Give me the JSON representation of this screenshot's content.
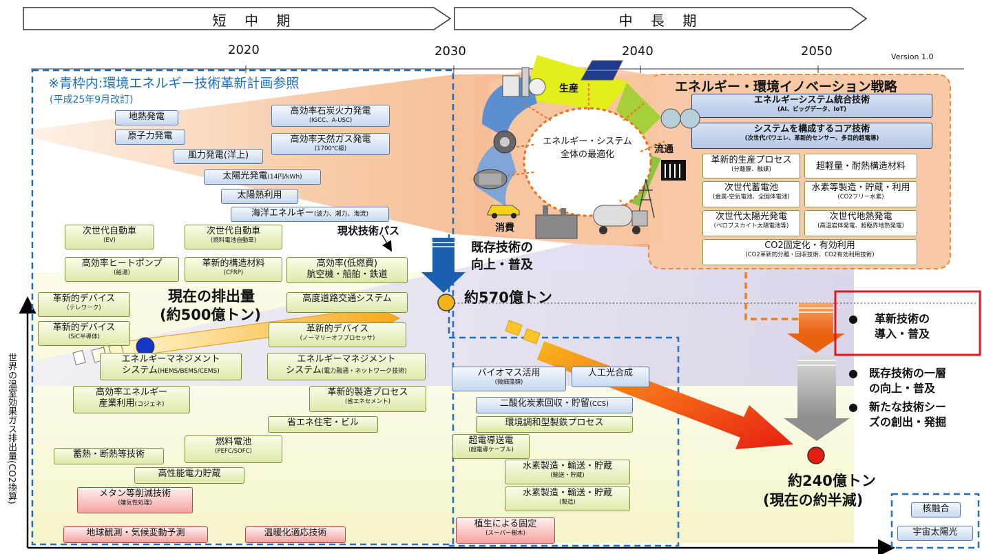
{
  "phases": {
    "short_mid": "短 中 期",
    "mid_long": "中 長 期"
  },
  "years": [
    "2020",
    "2030",
    "2040",
    "2050"
  ],
  "version": "Version 1.0",
  "note": {
    "line1": "※青枠内:環境エネルギー技術革新計画参照",
    "line2": "(平成25年9月改訂)"
  },
  "labels": {
    "current_path": "現状技術パス",
    "current_emission_1": "現在の排出量",
    "current_emission_2": "(約500億トン)",
    "existing_1": "既存技術の",
    "existing_2": "向上・普及",
    "e570": "約570億トン",
    "e240": "約240億トン",
    "half": "(現在の約半減)",
    "yaxis": "世界の温室効果ガス排出量(CO2換算)",
    "cycle_center_1": "エネルギー・システム",
    "cycle_center_2": "全体の最適化",
    "production": "生産",
    "distribution": "流通",
    "consumption": "消費"
  },
  "bullets": [
    "革新技術の\n導入・普及",
    "既存技術の一層\nの向上・普及",
    "新たな技術シー\nズの創出・発掘"
  ],
  "strategy": {
    "title": "エネルギー・環境イノベーション戦略",
    "integration": {
      "t": "エネルギーシステム統合技術",
      "s": "(AI、ビッグデータ、IoT)"
    },
    "core": {
      "t": "システムを構成するコア技術",
      "s": "(次世代パワエレ、革新的センサー、多目的超電導)"
    },
    "items": [
      {
        "t": "革新的生産プロセス",
        "s": "(分離膜、触媒)"
      },
      {
        "t": "超軽量・耐熱構造材料",
        "s": ""
      },
      {
        "t": "次世代蓄電池",
        "s": "(金属-空気電池、全固体電池)"
      },
      {
        "t": "水素等製造・貯蔵・利用",
        "s": "(CO2フリー水素)"
      },
      {
        "t": "次世代太陽光発電",
        "s": "(ペロブスカイト太陽電池等)"
      },
      {
        "t": "次世代地熱発電",
        "s": "(高温岩体発電、超臨界地熱発電)"
      }
    ],
    "co2": {
      "t": "CO2固定化・有効利用",
      "s": "(CO2革新的分離・回収技術、CO2有効利用技術)"
    }
  },
  "techs": {
    "geo": {
      "t": "地熱発電"
    },
    "nuclear": {
      "t": "原子力発電"
    },
    "wind": {
      "t": "風力発電(洋上)"
    },
    "solar": {
      "t": "太陽光発電",
      "u": "(14円/kWh)"
    },
    "solarheat": {
      "t": "太陽熱利用"
    },
    "ocean": {
      "t": "海洋エネルギー",
      "u": "(波力、潮力、海流)"
    },
    "coal": {
      "t": "高効率石炭火力発電",
      "s": "(IGCC、A-USC)"
    },
    "gas": {
      "t": "高効率天然ガス発電",
      "s": "(1700℃級)"
    },
    "ev": {
      "t": "次世代自動車",
      "s": "(EV)"
    },
    "fcv": {
      "t": "次世代自動車",
      "s": "(燃料電池自動車)"
    },
    "heatpump": {
      "t": "高効率ヒートポンプ",
      "s": "(給湯)"
    },
    "cfrp": {
      "t": "革新的構造材料",
      "s": "(CFRP)"
    },
    "aviation": {
      "t": "高効率(低燃費)",
      "s2": "航空機・船舶・鉄道"
    },
    "dev1": {
      "t": "革新的デバイス",
      "s": "(テレワーク)"
    },
    "dev2": {
      "t": "革新的デバイス",
      "s": "(SiC半導体)"
    },
    "its": {
      "t": "高度道路交通システム"
    },
    "dev3": {
      "t": "革新的デバイス",
      "s": "(ノーマリーオフプロセッサ)"
    },
    "ems1": {
      "t": "エネルギーマネジメント",
      "s2": "システム",
      "u": "(HEMS/BEMS/CEMS)"
    },
    "ems2": {
      "t": "エネルギーマネジメント",
      "s2": "システム",
      "u": "(電力融通・ネットワーク技術)"
    },
    "cogen": {
      "t": "高効率エネルギー",
      "s2": "産業利用",
      "u": "(コジェネ)"
    },
    "mfg": {
      "t": "革新的製造プロセス",
      "s": "(省エネセメント)"
    },
    "zeb": {
      "t": "省エネ住宅・ビル"
    },
    "fc": {
      "t": "燃料電池",
      "s": "(PEFC/SOFC)"
    },
    "thermal": {
      "t": "蓄熱・断熱等技術"
    },
    "storage": {
      "t": "高性能電力貯蔵"
    },
    "methane": {
      "t": "メタン等削減技術",
      "s": "(嫌気性処理)"
    },
    "obs": {
      "t": "地球観測・気候変動予測"
    },
    "adapt": {
      "t": "温暖化適応技術"
    },
    "biomass": {
      "t": "バイオマス活用",
      "s": "(微細藻類)"
    },
    "artificial": {
      "t": "人工光合成"
    },
    "ccs": {
      "t": "二酸化炭素回収・貯留",
      "u": "(CCS)"
    },
    "steel": {
      "t": "環境調和型製鉄プロセス"
    },
    "supercond": {
      "t": "超電導送電",
      "s": "(超電導ケーブル)"
    },
    "h2a": {
      "t": "水素製造・輸送・貯蔵",
      "s": "(輸送・貯蔵)"
    },
    "h2b": {
      "t": "水素製造・輸送・貯蔵",
      "s": "(製造)"
    },
    "veg": {
      "t": "植生による固定",
      "s": "(スーパー樹木)"
    },
    "fusion": {
      "t": "核融合"
    },
    "spacesolar": {
      "t": "宇宙太陽光"
    }
  }
}
